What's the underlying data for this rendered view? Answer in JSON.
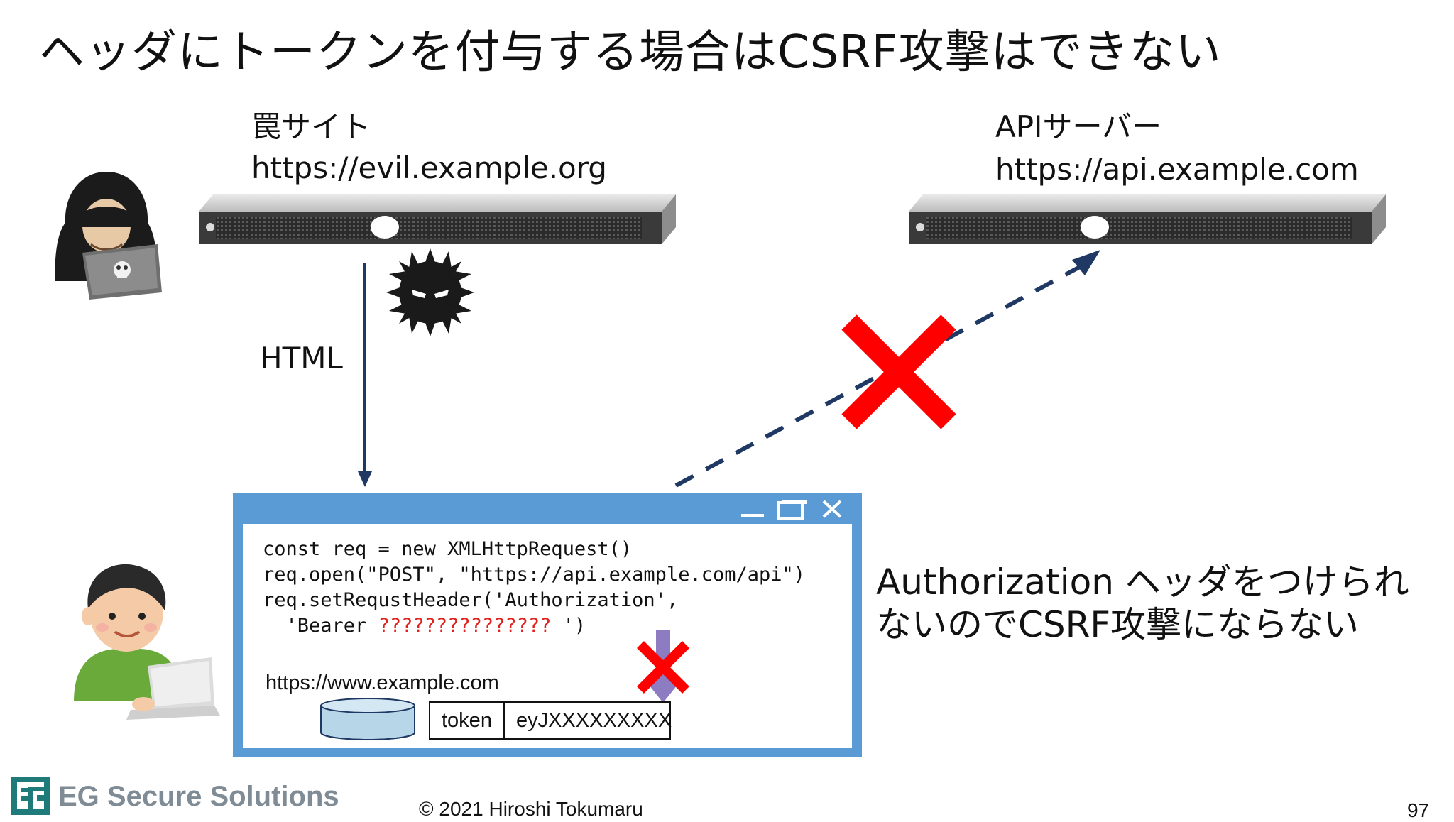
{
  "slide": {
    "title": "ヘッダにトークンを付与する場合はCSRF攻撃はできない",
    "page_number": "97"
  },
  "trap_site": {
    "label": "罠サイト",
    "url": "https://evil.example.org"
  },
  "api_server": {
    "label": "APIサーバー",
    "url": "https://api.example.com"
  },
  "arrow_label": "HTML",
  "browser": {
    "code_lines": [
      "const req = new XMLHttpRequest()",
      "req.open(\"POST\", \"https://api.example.com/api\")",
      "req.setRequstHeader('Authorization',",
      "  'Bearer "
    ],
    "token_placeholder": "???????????????",
    "code_tail": " ')",
    "origin_url": "https://www.example.com",
    "storage": {
      "key": "token",
      "value": "eyJXXXXXXXXX"
    }
  },
  "explanation": {
    "line1": "Authorization ヘッダをつけられ",
    "line2": "ないのでCSRF攻撃にならない"
  },
  "footer": {
    "company": "EG Secure Solutions",
    "logo_text": "EG",
    "copyright": "© 2021 Hiroshi Tokumaru"
  },
  "colors": {
    "browser_frame": "#5b9bd5",
    "arrow_dark": "#1f3864",
    "cross_red": "#ff0000",
    "token_red": "#e0201c",
    "down_arrow": "#8e7cc3",
    "cylinder": "#b7d7e8"
  }
}
